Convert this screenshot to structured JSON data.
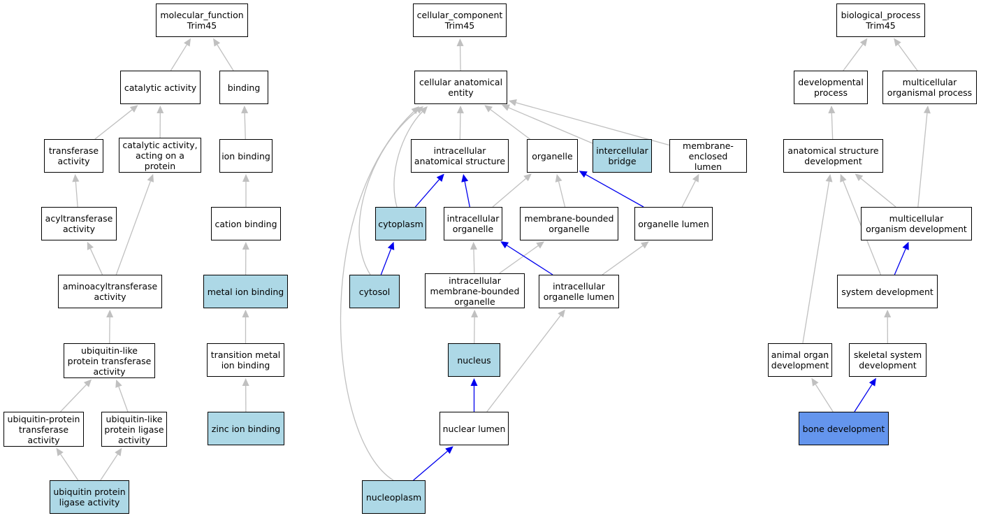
{
  "colors": {
    "default_fill": "#ffffff",
    "annotated_fill": "#add8e6",
    "focus_fill": "#6495ed",
    "edge_gray": "#c0c0c0",
    "edge_blue": "#0000ee"
  },
  "nodes": [
    {
      "id": "mf",
      "label": "molecular_function\nTrim45",
      "fill": "default"
    },
    {
      "id": "catalytic",
      "label": "catalytic activity",
      "fill": "default"
    },
    {
      "id": "binding",
      "label": "binding",
      "fill": "default"
    },
    {
      "id": "transferase",
      "label": "transferase\nactivity",
      "fill": "default"
    },
    {
      "id": "cat_protein",
      "label": "catalytic activity,\nacting on a\nprotein",
      "fill": "default"
    },
    {
      "id": "ion_binding",
      "label": "ion binding",
      "fill": "default"
    },
    {
      "id": "acyltransferase",
      "label": "acyltransferase\nactivity",
      "fill": "default"
    },
    {
      "id": "cation_binding",
      "label": "cation binding",
      "fill": "default"
    },
    {
      "id": "aminoacyl",
      "label": "aminoacyltransferase\nactivity",
      "fill": "default"
    },
    {
      "id": "metal_ion",
      "label": "metal ion binding",
      "fill": "annotated"
    },
    {
      "id": "ubl_transferase",
      "label": "ubiquitin-like\nprotein transferase\nactivity",
      "fill": "default"
    },
    {
      "id": "transition_metal",
      "label": "transition metal\nion binding",
      "fill": "default"
    },
    {
      "id": "ub_protein_transferase",
      "label": "ubiquitin-protein\ntransferase\nactivity",
      "fill": "default"
    },
    {
      "id": "ubl_ligase",
      "label": "ubiquitin-like\nprotein ligase\nactivity",
      "fill": "default"
    },
    {
      "id": "zinc",
      "label": "zinc ion binding",
      "fill": "annotated"
    },
    {
      "id": "ub_ligase",
      "label": "ubiquitin protein\nligase activity",
      "fill": "annotated"
    },
    {
      "id": "cc",
      "label": "cellular_component\nTrim45",
      "fill": "default"
    },
    {
      "id": "cae",
      "label": "cellular anatomical\nentity",
      "fill": "default"
    },
    {
      "id": "ias",
      "label": "intracellular\nanatomical structure",
      "fill": "default"
    },
    {
      "id": "organelle",
      "label": "organelle",
      "fill": "default"
    },
    {
      "id": "ic_bridge",
      "label": "intercellular\nbridge",
      "fill": "annotated"
    },
    {
      "id": "mel",
      "label": "membrane-enclosed\nlumen",
      "fill": "default"
    },
    {
      "id": "cytoplasm",
      "label": "cytoplasm",
      "fill": "annotated"
    },
    {
      "id": "io",
      "label": "intracellular\norganelle",
      "fill": "default"
    },
    {
      "id": "mbo",
      "label": "membrane-bounded\norganelle",
      "fill": "default"
    },
    {
      "id": "org_lumen",
      "label": "organelle lumen",
      "fill": "default"
    },
    {
      "id": "cytosol",
      "label": "cytosol",
      "fill": "annotated"
    },
    {
      "id": "imbo",
      "label": "intracellular\nmembrane-bounded\norganelle",
      "fill": "default"
    },
    {
      "id": "iol",
      "label": "intracellular\norganelle lumen",
      "fill": "default"
    },
    {
      "id": "nucleus",
      "label": "nucleus",
      "fill": "annotated"
    },
    {
      "id": "nuc_lumen",
      "label": "nuclear lumen",
      "fill": "default"
    },
    {
      "id": "nucleoplasm",
      "label": "nucleoplasm",
      "fill": "annotated"
    },
    {
      "id": "bp",
      "label": "biological_process\nTrim45",
      "fill": "default"
    },
    {
      "id": "dev_process",
      "label": "developmental\nprocess",
      "fill": "default"
    },
    {
      "id": "mop",
      "label": "multicellular\norganismal process",
      "fill": "default"
    },
    {
      "id": "asd",
      "label": "anatomical structure\ndevelopment",
      "fill": "default"
    },
    {
      "id": "mod",
      "label": "multicellular\norganism development",
      "fill": "default"
    },
    {
      "id": "sys_dev",
      "label": "system development",
      "fill": "default"
    },
    {
      "id": "animal_organ",
      "label": "animal organ\ndevelopment",
      "fill": "default"
    },
    {
      "id": "skeletal",
      "label": "skeletal system\ndevelopment",
      "fill": "default"
    },
    {
      "id": "bone_dev",
      "label": "bone development",
      "fill": "focus"
    }
  ],
  "edges": [
    {
      "from": "catalytic",
      "to": "mf",
      "color": "gray"
    },
    {
      "from": "binding",
      "to": "mf",
      "color": "gray"
    },
    {
      "from": "transferase",
      "to": "catalytic",
      "color": "gray"
    },
    {
      "from": "cat_protein",
      "to": "catalytic",
      "color": "gray"
    },
    {
      "from": "ion_binding",
      "to": "binding",
      "color": "gray"
    },
    {
      "from": "acyltransferase",
      "to": "transferase",
      "color": "gray"
    },
    {
      "from": "cation_binding",
      "to": "ion_binding",
      "color": "gray"
    },
    {
      "from": "aminoacyl",
      "to": "acyltransferase",
      "color": "gray"
    },
    {
      "from": "aminoacyl",
      "to": "cat_protein",
      "color": "gray"
    },
    {
      "from": "metal_ion",
      "to": "cation_binding",
      "color": "gray"
    },
    {
      "from": "ubl_transferase",
      "to": "aminoacyl",
      "color": "gray"
    },
    {
      "from": "transition_metal",
      "to": "metal_ion",
      "color": "gray"
    },
    {
      "from": "ub_protein_transferase",
      "to": "ubl_transferase",
      "color": "gray"
    },
    {
      "from": "ubl_ligase",
      "to": "ubl_transferase",
      "color": "gray"
    },
    {
      "from": "zinc",
      "to": "transition_metal",
      "color": "gray"
    },
    {
      "from": "ub_ligase",
      "to": "ub_protein_transferase",
      "color": "gray"
    },
    {
      "from": "ub_ligase",
      "to": "ubl_ligase",
      "color": "gray"
    },
    {
      "from": "cae",
      "to": "cc",
      "color": "gray"
    },
    {
      "from": "ias",
      "to": "cae",
      "color": "gray"
    },
    {
      "from": "organelle",
      "to": "cae",
      "color": "gray"
    },
    {
      "from": "ic_bridge",
      "to": "cae",
      "color": "gray"
    },
    {
      "from": "mel",
      "to": "cae",
      "color": "gray"
    },
    {
      "from": "cytoplasm",
      "to": "cae",
      "color": "gray"
    },
    {
      "from": "cytosol",
      "to": "cae",
      "color": "gray"
    },
    {
      "from": "nucleoplasm",
      "to": "cae",
      "color": "gray"
    },
    {
      "from": "cytoplasm",
      "to": "ias",
      "color": "blue"
    },
    {
      "from": "io",
      "to": "ias",
      "color": "blue"
    },
    {
      "from": "io",
      "to": "organelle",
      "color": "gray"
    },
    {
      "from": "mbo",
      "to": "organelle",
      "color": "gray"
    },
    {
      "from": "org_lumen",
      "to": "organelle",
      "color": "blue"
    },
    {
      "from": "org_lumen",
      "to": "mel",
      "color": "gray"
    },
    {
      "from": "cytosol",
      "to": "cytoplasm",
      "color": "blue"
    },
    {
      "from": "imbo",
      "to": "io",
      "color": "gray"
    },
    {
      "from": "imbo",
      "to": "mbo",
      "color": "gray"
    },
    {
      "from": "iol",
      "to": "io",
      "color": "blue"
    },
    {
      "from": "iol",
      "to": "org_lumen",
      "color": "gray"
    },
    {
      "from": "nucleus",
      "to": "imbo",
      "color": "gray"
    },
    {
      "from": "nuc_lumen",
      "to": "nucleus",
      "color": "blue"
    },
    {
      "from": "nuc_lumen",
      "to": "iol",
      "color": "gray"
    },
    {
      "from": "nucleoplasm",
      "to": "nuc_lumen",
      "color": "blue"
    },
    {
      "from": "dev_process",
      "to": "bp",
      "color": "gray"
    },
    {
      "from": "mop",
      "to": "bp",
      "color": "gray"
    },
    {
      "from": "asd",
      "to": "dev_process",
      "color": "gray"
    },
    {
      "from": "mod",
      "to": "mop",
      "color": "gray"
    },
    {
      "from": "mod",
      "to": "asd",
      "color": "gray"
    },
    {
      "from": "sys_dev",
      "to": "asd",
      "color": "gray"
    },
    {
      "from": "animal_organ",
      "to": "asd",
      "color": "gray"
    },
    {
      "from": "sys_dev",
      "to": "mod",
      "color": "blue"
    },
    {
      "from": "skeletal",
      "to": "sys_dev",
      "color": "gray"
    },
    {
      "from": "bone_dev",
      "to": "animal_organ",
      "color": "gray"
    },
    {
      "from": "bone_dev",
      "to": "skeletal",
      "color": "blue"
    }
  ]
}
